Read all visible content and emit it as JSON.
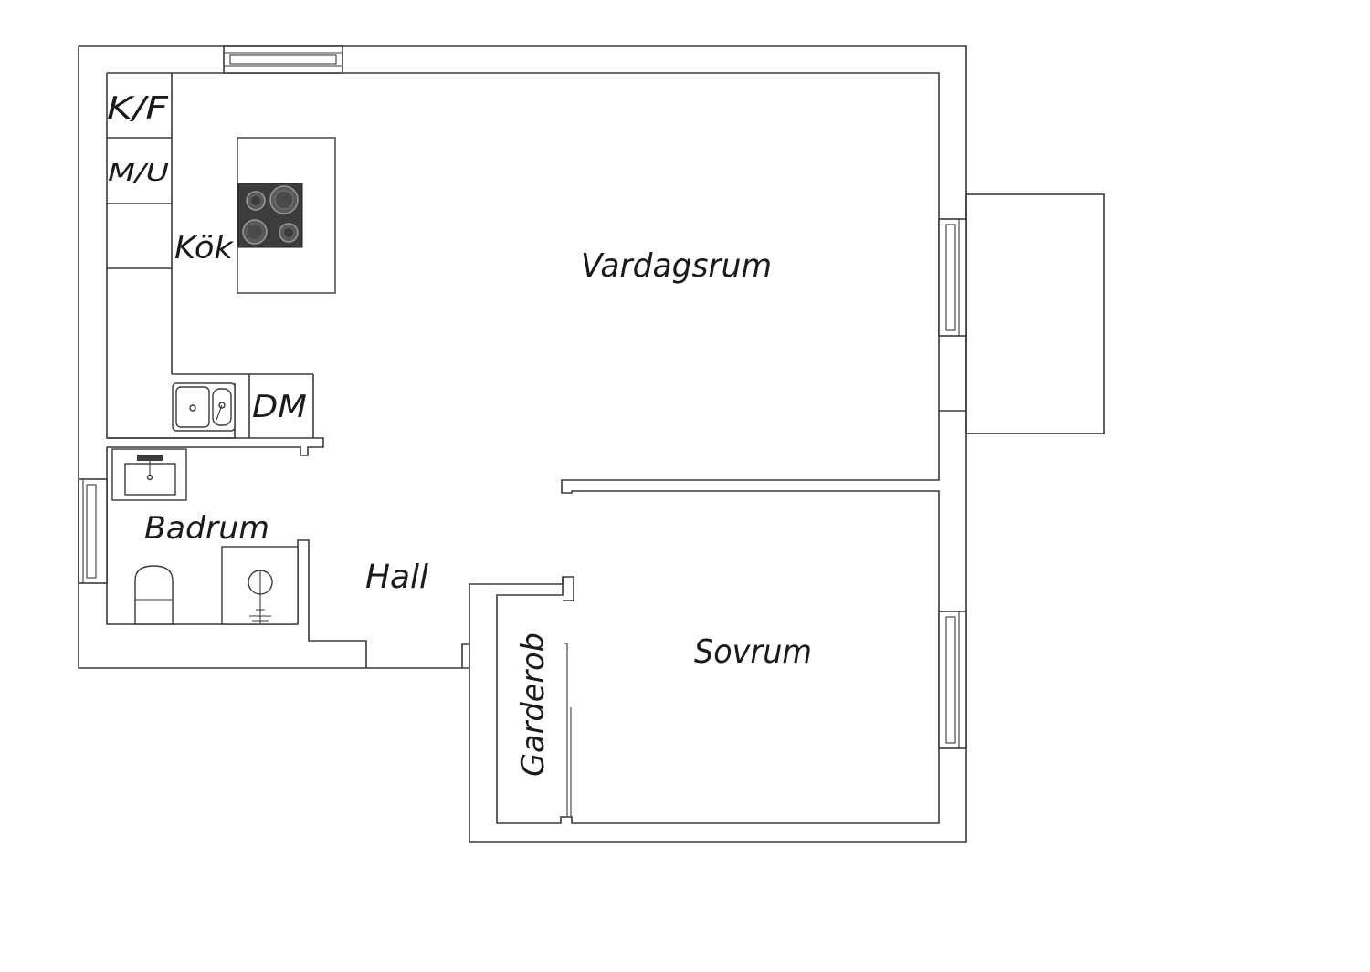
{
  "rooms": {
    "kf": "K/F",
    "mu": "M/U",
    "kok": "Kök",
    "dm": "DM",
    "vardagsrum": "Vardagsrum",
    "badrum": "Badrum",
    "hall": "Hall",
    "sovrum": "Sovrum",
    "garderob": "Garderob"
  },
  "colors": {
    "wall": "#3a3a3a",
    "stove": "#3c3c3c",
    "background": "#ffffff"
  }
}
